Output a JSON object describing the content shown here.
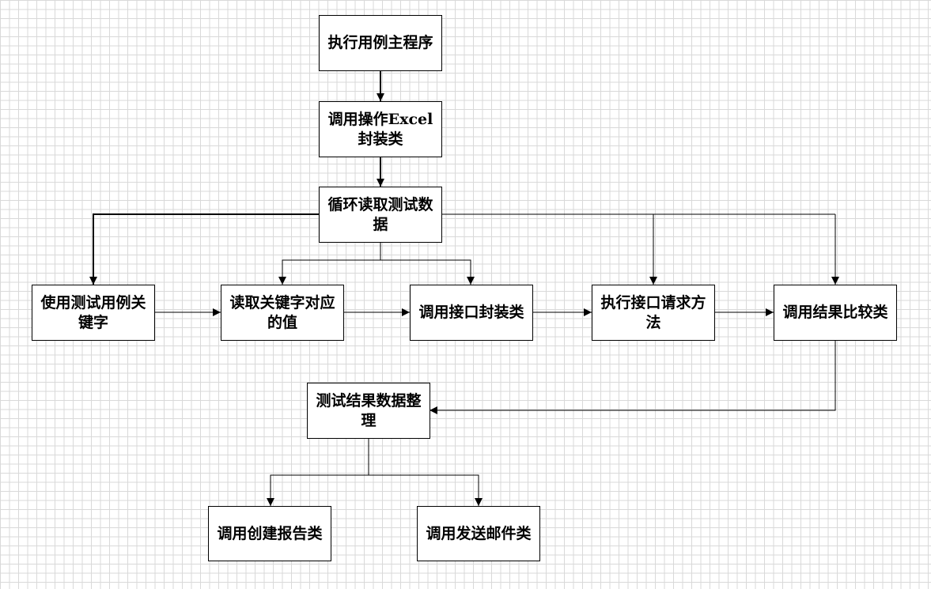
{
  "nodes": {
    "main_program": "执行用例主程序",
    "excel_wrapper": "调用操作Excel封装类",
    "loop_read": "循环读取测试数据",
    "use_keyword": "使用测试用例关键字",
    "read_keyword_value": "读取关键字对应的值",
    "api_wrapper": "调用接口封装类",
    "exec_request": "执行接口请求方法",
    "compare": "调用结果比较类",
    "organize": "测试结果数据整理",
    "create_report": "调用创建报告类",
    "send_mail": "调用发送邮件类"
  }
}
